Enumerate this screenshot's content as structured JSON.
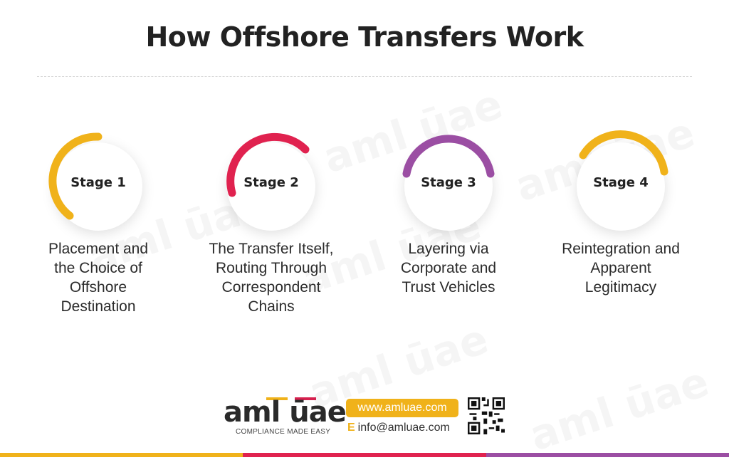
{
  "title": "How Offshore Transfers Work",
  "stages": [
    {
      "label": "Stage 1",
      "description": "Placement and\nthe Choice of\nOffshore\nDestination",
      "color": "#f0b21a"
    },
    {
      "label": "Stage 2",
      "description": "The Transfer Itself,\nRouting Through\nCorrespondent\nChains",
      "color": "#e0224f"
    },
    {
      "label": "Stage 3",
      "description": "Layering via\nCorporate and\nTrust Vehicles",
      "color": "#9b4ea3"
    },
    {
      "label": "Stage 4",
      "description": "Reintegration and\nApparent\nLegitimacy",
      "color": "#f0b21a"
    }
  ],
  "footer": {
    "logo_text": "aml ūae",
    "tagline": "COMPLIANCE MADE EASY",
    "website": "www.amluae.com",
    "email_prefix": "E",
    "email": "info@amluae.com"
  },
  "watermark_text": "aml ūae",
  "bottom_bar_colors": [
    "#f0b21a",
    "#e0224f",
    "#9b4ea3"
  ]
}
